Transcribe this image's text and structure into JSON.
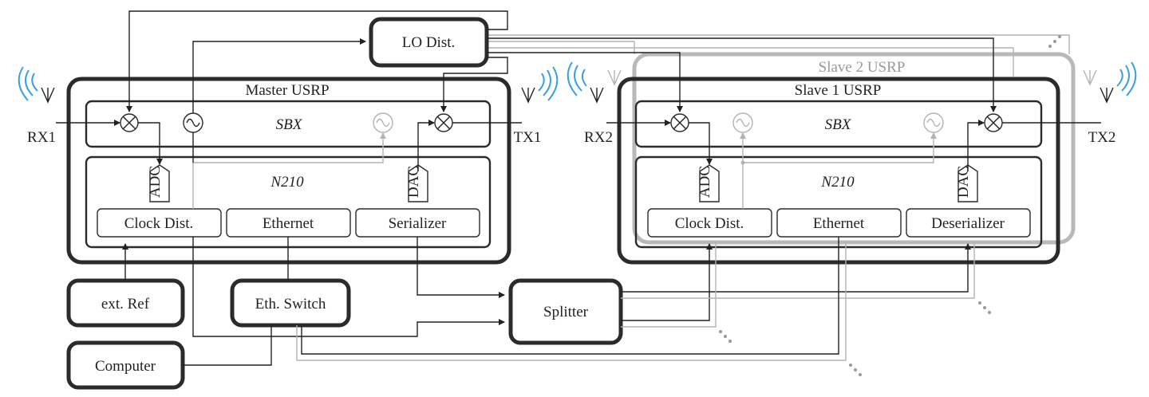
{
  "diagram": {
    "master": {
      "title": "Master USRP",
      "sbx": "SBX",
      "n210": "N210",
      "adc": "ADC",
      "dac": "DAC",
      "clock": "Clock Dist.",
      "ethernet": "Ethernet",
      "serializer": "Serializer",
      "rx": "RX1",
      "tx": "TX1"
    },
    "slave1": {
      "title": "Slave 1 USRP",
      "sbx": "SBX",
      "n210": "N210",
      "adc": "ADC",
      "dac": "DAC",
      "clock": "Clock Dist.",
      "ethernet": "Ethernet",
      "deserializer": "Deserializer",
      "rx": "RX2",
      "tx": "TX2"
    },
    "slave2": {
      "title": "Slave 2 USRP"
    },
    "lo": "LO Dist.",
    "ext_ref": "ext. Ref",
    "eth_switch": "Eth. Switch",
    "computer": "Computer",
    "splitter": "Splitter",
    "colors": {
      "line": "#2b2b2b",
      "inactive": "#b3b3b3",
      "antenna_wave": "#3aa0dd"
    }
  }
}
